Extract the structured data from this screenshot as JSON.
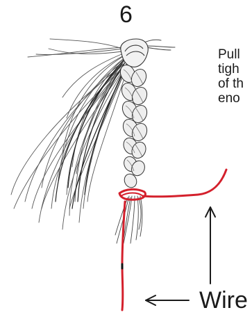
{
  "step": {
    "number": "6"
  },
  "caption": {
    "lines": [
      "Pull",
      "tigh",
      "of th",
      "eno"
    ]
  },
  "labels": {
    "wire": "Wire"
  },
  "colors": {
    "wire": "#d4202c",
    "ink": "#1a1a1a",
    "hair": "#444444"
  }
}
